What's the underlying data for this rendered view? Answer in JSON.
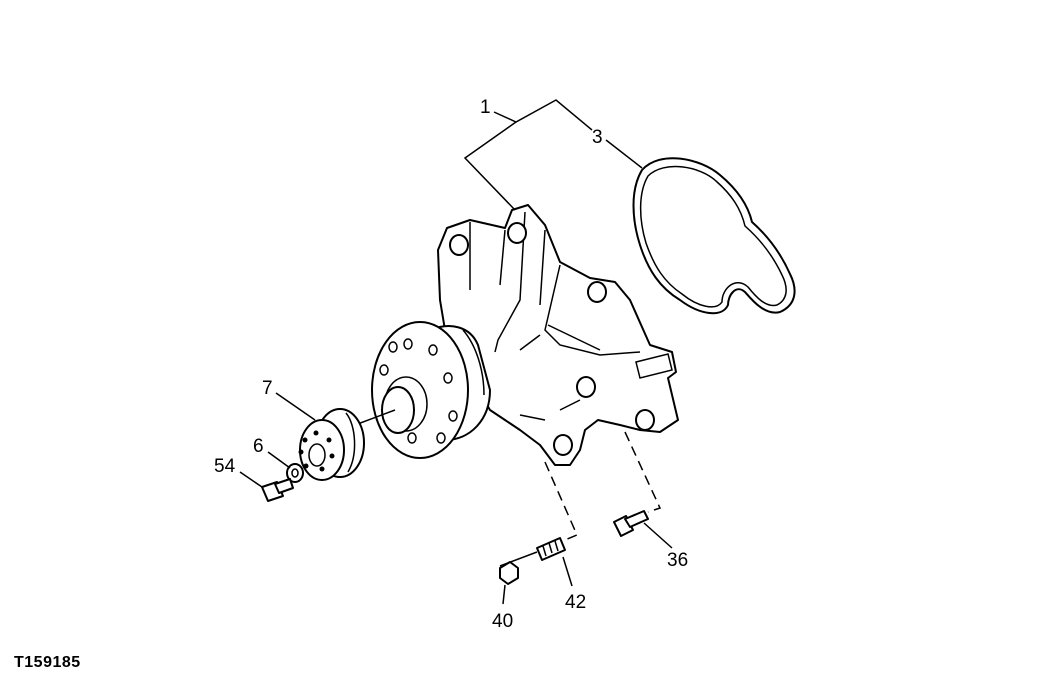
{
  "figure_id": "T159185",
  "callouts": {
    "c1": "1",
    "c3": "3",
    "c7": "7",
    "c6": "6",
    "c54": "54",
    "c36": "36",
    "c42": "42",
    "c40": "40"
  }
}
